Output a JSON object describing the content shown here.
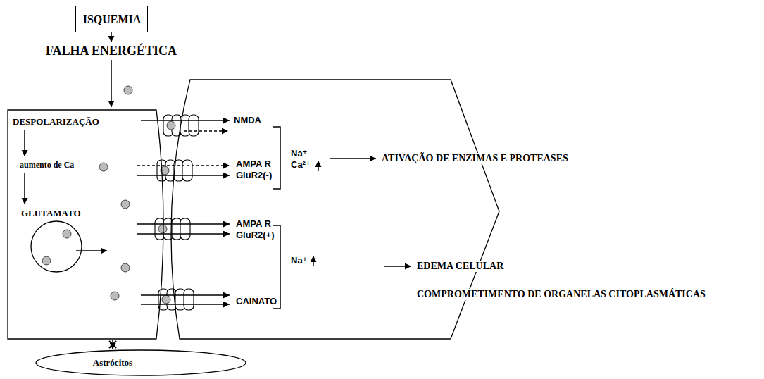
{
  "diagram": {
    "nodes": [
      {
        "text": [
          "ISQUEMIA"
        ]
      },
      {
        "text": [
          "DESPOLARIZAÇÃO",
          "aumento de Ca",
          "GLUTAMATO"
        ]
      },
      {
        "text": [
          "NMDA",
          "AMPA R GluR2(-)",
          "AMPA R GluR2(+)",
          "CAINATO",
          "Na⁺ Ca²⁺",
          "Na⁺"
        ]
      },
      {
        "text": [
          "Astrócitos"
        ]
      }
    ],
    "edges": [
      {
        "from": 1,
        "to": 3,
        "arrow": "to"
      }
    ],
    "labels": [
      "FALHA ENERGÉTICA",
      "ATIVAÇÃO DE ENZIMAS E PROTEASES",
      "EDEMA CELULAR",
      "COMPROMETIMENTO DE ORGANELAS CITOPLASMÁTICAS"
    ]
  }
}
